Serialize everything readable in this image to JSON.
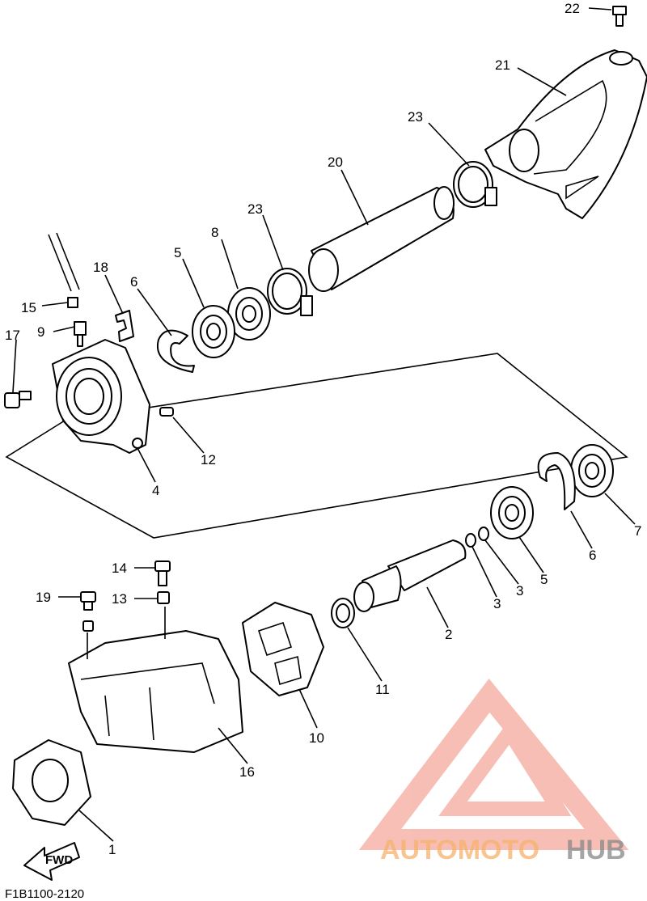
{
  "diagram_code": "F1B1100-2120",
  "fwd_label": "FWD",
  "watermark": {
    "text_a": "AUTOMOTO",
    "text_b": "HUB",
    "color_accent": "#f08a7a",
    "color_orange": "#f6b26b",
    "color_gray": "#888888"
  },
  "callouts": {
    "c1": "1",
    "c2": "2",
    "c3a": "3",
    "c3b": "3",
    "c4": "4",
    "c5a": "5",
    "c5b": "5",
    "c6a": "6",
    "c6b": "6",
    "c7": "7",
    "c8": "8",
    "c9": "9",
    "c10": "10",
    "c11": "11",
    "c12": "12",
    "c13": "13",
    "c14": "14",
    "c15": "15",
    "c16": "16",
    "c17": "17",
    "c18": "18",
    "c19": "19",
    "c20": "20",
    "c21": "21",
    "c22": "22",
    "c23a": "23",
    "c23b": "23"
  }
}
